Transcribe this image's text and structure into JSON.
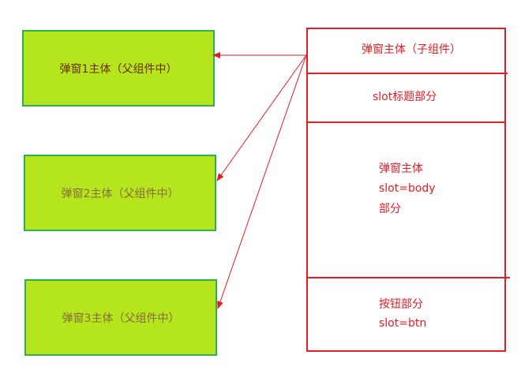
{
  "parents": [
    {
      "label": "弹窗1主体（父组件中）"
    },
    {
      "label": "弹窗2主体（父组件中）"
    },
    {
      "label": "弹窗3主体（父组件中）"
    }
  ],
  "child": {
    "title": "弹窗主体（子组件）",
    "slot_title": "slot标题部分",
    "body_lines": [
      "弹窗主体",
      "slot=body",
      "部分"
    ],
    "btn_lines": [
      "按钮部分",
      "slot=btn"
    ]
  },
  "colors": {
    "parent_fill": "#b5e61d",
    "parent_border": "#2bb24c",
    "child_border": "#e31c25",
    "arrow": "#e31c25"
  }
}
